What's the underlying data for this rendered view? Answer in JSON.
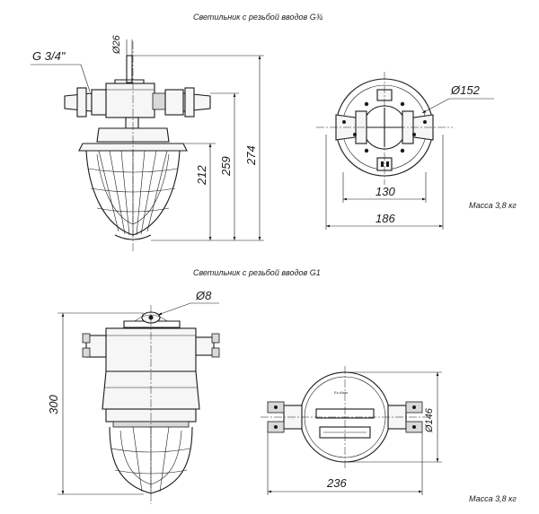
{
  "captions": {
    "top_title": "Светильник с резьбой вводов G¾",
    "bottom_title": "Светильник с резьбой вводов G1",
    "mass_top": "Масса 3,8 кг",
    "mass_bottom": "Масса 3,8 кг",
    "logo_text": "Ex-Atom"
  },
  "top_view": {
    "thread_label": "G 3/4\"",
    "dim_d26": "Ø26",
    "dim_212": "212",
    "dim_259": "259",
    "dim_274": "274",
    "dim_d152": "Ø152",
    "dim_130": "130",
    "dim_186": "186"
  },
  "bottom_view": {
    "dim_d8": "Ø8",
    "dim_300": "300",
    "dim_d146": "Ø146",
    "dim_236": "236"
  }
}
